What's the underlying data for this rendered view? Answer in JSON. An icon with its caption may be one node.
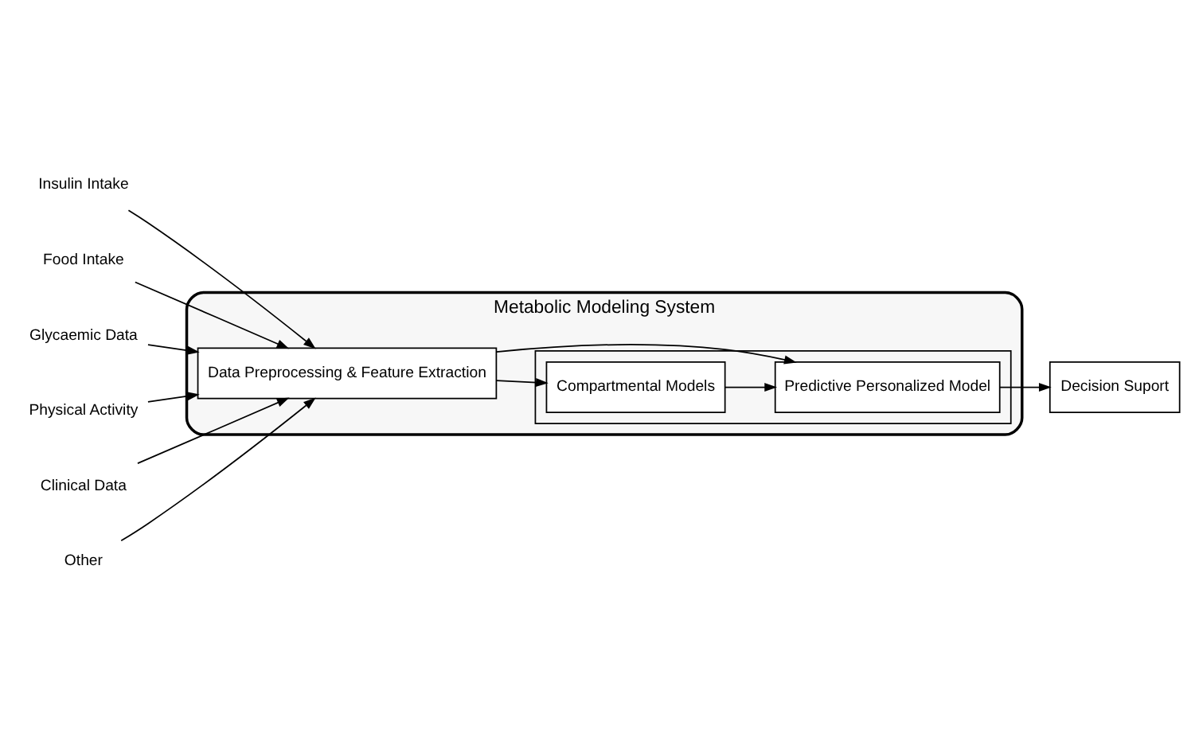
{
  "diagram": {
    "nodes": [
      {
        "text": [
          "Metabolic Modeling System"
        ]
      },
      {
        "text": [
          "Insulin Intake"
        ]
      },
      {
        "text": [
          "Food Intake"
        ]
      },
      {
        "text": [
          "Glycaemic Data"
        ]
      },
      {
        "text": [
          "Physical Activity"
        ]
      },
      {
        "text": [
          "Clinical Data"
        ]
      },
      {
        "text": [
          "Other"
        ]
      },
      {
        "text": [
          "Data Preprocessing & Feature Extraction"
        ],
        "in": 0
      },
      {
        "text": [],
        "shape": "box",
        "in": 0
      },
      {
        "text": [
          "Compartmental Models"
        ],
        "in": 8
      },
      {
        "text": [
          "Predictive Personalized Model"
        ],
        "in": 8
      },
      {
        "text": [
          "Decision Suport"
        ]
      }
    ],
    "edges": [
      {
        "from": 1,
        "to": 7,
        "arrow": "to"
      },
      {
        "from": 2,
        "to": 7,
        "arrow": "to"
      },
      {
        "from": 3,
        "to": 7,
        "arrow": "to"
      },
      {
        "from": 4,
        "to": 7,
        "arrow": "to"
      },
      {
        "from": 5,
        "to": 7,
        "arrow": "to"
      },
      {
        "from": 6,
        "to": 7,
        "arrow": "to"
      },
      {
        "from": 7,
        "to": 9,
        "arrow": "to"
      },
      {
        "from": 7,
        "to": 10,
        "arrow": "to"
      },
      {
        "from": 9,
        "to": 10,
        "arrow": "to"
      },
      {
        "from": 10,
        "to": 11,
        "arrow": "to"
      }
    ]
  }
}
